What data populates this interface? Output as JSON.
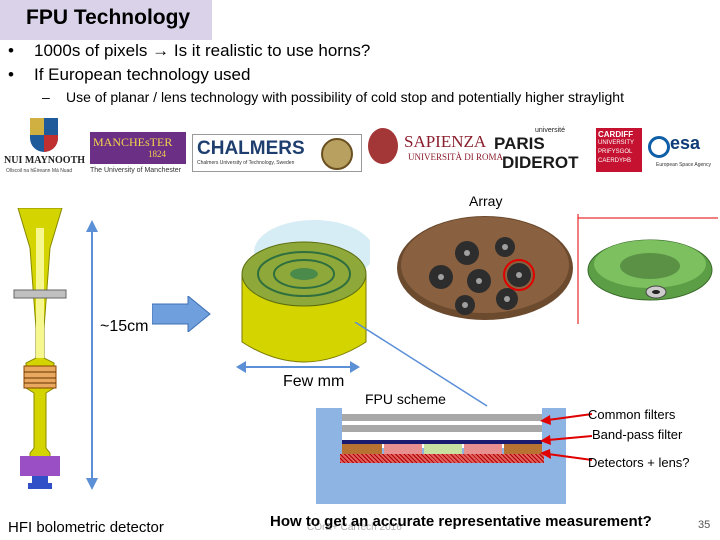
{
  "slide": {
    "title": "FPU Technology",
    "bullets": [
      "1000s of pixels → Is it realistic to use horns?",
      "If European technology used"
    ],
    "sub_bullet": "Use of planar / lens technology with possibility of cold stop and potentially higher straylight",
    "page_number": "35",
    "footer_faded": "COrE+ CalTech 2016"
  },
  "logos": {
    "maynooth": "NUI MAYNOOTH",
    "maynooth_sub": "Ollscoil na hÉireann Má Nuad",
    "manchester": "MANCHEsTER",
    "manchester_year": "1824",
    "manchester_sub": "The University of Manchester",
    "chalmers": "CHALMERS",
    "chalmers_sub": "Chalmers University of Technology, Sweden",
    "sapienza": "SAPIENZA",
    "sapienza_sub": "UNIVERSITÀ DI ROMA",
    "paris_univ": "université",
    "paris": "PARIS",
    "diderot": "DIDEROT",
    "cardiff": "CARDIFF",
    "cardiff_sub1": "UNIVERSITY",
    "cardiff_sub2": "PRIFYSGOL",
    "cardiff_sub3": "CAERDYÞB",
    "esa": "esa",
    "esa_sub": "European Space Agency"
  },
  "figure": {
    "array_label": "Array",
    "horn_size": "~15cm",
    "few_mm": "Few mm",
    "fpu_scheme": "FPU scheme",
    "common_filters": "Common filters",
    "bandpass": "Band-pass filter",
    "detectors": "Detectors + lens?",
    "hfi_caption": "HFI bolometric detector",
    "question": "How to get an accurate representative measurement?"
  },
  "colors": {
    "title_bg": "#d9d2e9",
    "horn_yellow": "#d4d400",
    "arrow_blue": "#5b8fd6",
    "fpu_blue": "#8eb4e3",
    "red": "#e00000",
    "array_green": "#6aa84f"
  }
}
